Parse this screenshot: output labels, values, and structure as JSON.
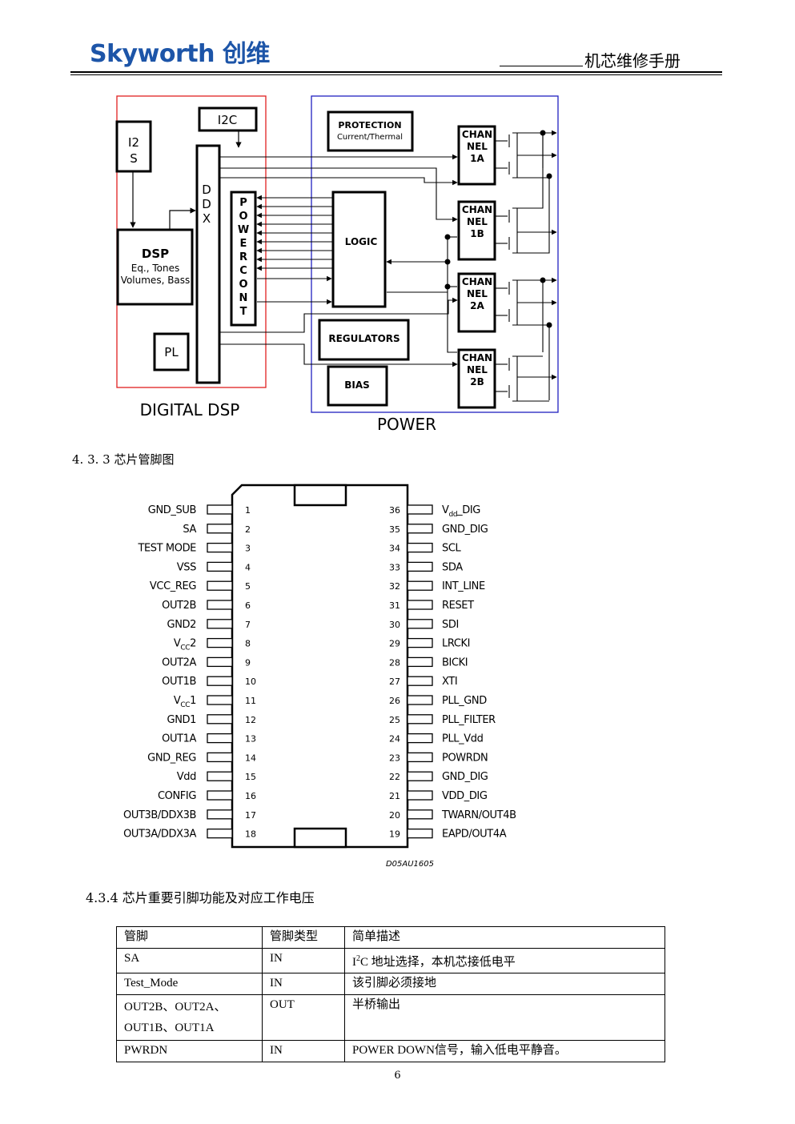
{
  "header": {
    "logo_text": "Skyworth 创维",
    "manual_title": "机芯维修手册",
    "brand_color": "#1d55a8"
  },
  "block_diagram": {
    "left_group_label": "DIGITAL DSP",
    "right_group_label": "POWER",
    "left_border_color": "#e02020",
    "right_border_color": "#2020c0",
    "blocks": {
      "i2c": "I2C",
      "i2s_line1": "I2",
      "i2s_line2": "S",
      "ddx_letters": [
        "D",
        "D",
        "X"
      ],
      "dsp_title": "DSP",
      "dsp_line2": "Eq., Tones",
      "dsp_line3": "Volumes, Bass",
      "pl": "PL",
      "powercont_letters": [
        "P",
        "O",
        "W",
        "E",
        "R",
        "C",
        "O",
        "N",
        "T"
      ],
      "protection_line1": "PROTECTION",
      "protection_line2": "Current/Thermal",
      "logic": "LOGIC",
      "regulators": "REGULATORS",
      "bias": "BIAS",
      "channels": [
        {
          "line1": "CHAN",
          "line2": "NEL",
          "line3": "1A"
        },
        {
          "line1": "CHAN",
          "line2": "NEL",
          "line3": "1B"
        },
        {
          "line1": "CHAN",
          "line2": "NEL",
          "line3": "2A"
        },
        {
          "line1": "CHAN",
          "line2": "NEL",
          "line3": "2B"
        }
      ]
    }
  },
  "section_433": {
    "heading": "4. 3. 3 芯片管脚图"
  },
  "pinout": {
    "figure_code": "D05AU1605",
    "left_pins": [
      {
        "num": "1",
        "name": "GND_SUB"
      },
      {
        "num": "2",
        "name": "SA"
      },
      {
        "num": "3",
        "name": "TEST MODE"
      },
      {
        "num": "4",
        "name": "VSS"
      },
      {
        "num": "5",
        "name": "VCC_REG"
      },
      {
        "num": "6",
        "name": "OUT2B"
      },
      {
        "num": "7",
        "name": "GND2"
      },
      {
        "num": "8",
        "name": "V",
        "sub": "CC",
        "suffix": "2"
      },
      {
        "num": "9",
        "name": "OUT2A"
      },
      {
        "num": "10",
        "name": "OUT1B"
      },
      {
        "num": "11",
        "name": "V",
        "sub": "CC",
        "suffix": "1"
      },
      {
        "num": "12",
        "name": "GND1"
      },
      {
        "num": "13",
        "name": "OUT1A"
      },
      {
        "num": "14",
        "name": "GND_REG"
      },
      {
        "num": "15",
        "name": "Vdd"
      },
      {
        "num": "16",
        "name": "CONFIG"
      },
      {
        "num": "17",
        "name": "OUT3B/DDX3B"
      },
      {
        "num": "18",
        "name": "OUT3A/DDX3A"
      }
    ],
    "right_pins": [
      {
        "num": "36",
        "name": "V",
        "sub": "dd",
        "suffix": "_DIG"
      },
      {
        "num": "35",
        "name": "GND_DIG"
      },
      {
        "num": "34",
        "name": "SCL"
      },
      {
        "num": "33",
        "name": "SDA"
      },
      {
        "num": "32",
        "name": "INT_LINE"
      },
      {
        "num": "31",
        "name": "RESET"
      },
      {
        "num": "30",
        "name": "SDI"
      },
      {
        "num": "29",
        "name": "LRCKI"
      },
      {
        "num": "28",
        "name": "BICKI"
      },
      {
        "num": "27",
        "name": "XTI"
      },
      {
        "num": "26",
        "name": "PLL_GND"
      },
      {
        "num": "25",
        "name": "PLL_FILTER"
      },
      {
        "num": "24",
        "name": "PLL_Vdd"
      },
      {
        "num": "23",
        "name": "POWRDN"
      },
      {
        "num": "22",
        "name": "GND_DIG"
      },
      {
        "num": "21",
        "name": "VDD_DIG"
      },
      {
        "num": "20",
        "name": "TWARN/OUT4B"
      },
      {
        "num": "19",
        "name": "EAPD/OUT4A"
      }
    ]
  },
  "section_434": {
    "heading": "4.3.4 芯片重要引脚功能及对应工作电压",
    "table": {
      "headers": [
        "管脚",
        "管脚类型",
        "简单描述"
      ],
      "rows": [
        {
          "pin": "SA",
          "type": "IN",
          "desc_prefix": "I",
          "desc_sup": "2",
          "desc": "C  地址选择，本机芯接低电平"
        },
        {
          "pin": "Test_Mode",
          "type": "IN",
          "desc": "该引脚必须接地"
        },
        {
          "pin_line1": "OUT2B、OUT2A、",
          "pin_line2": "OUT1B、OUT1A",
          "type": "OUT",
          "desc": "半桥输出"
        },
        {
          "pin": "PWRDN",
          "type": "IN",
          "desc": "POWER DOWN信号，输入低电平静音。"
        }
      ]
    }
  },
  "footer": {
    "page_number": "6"
  }
}
